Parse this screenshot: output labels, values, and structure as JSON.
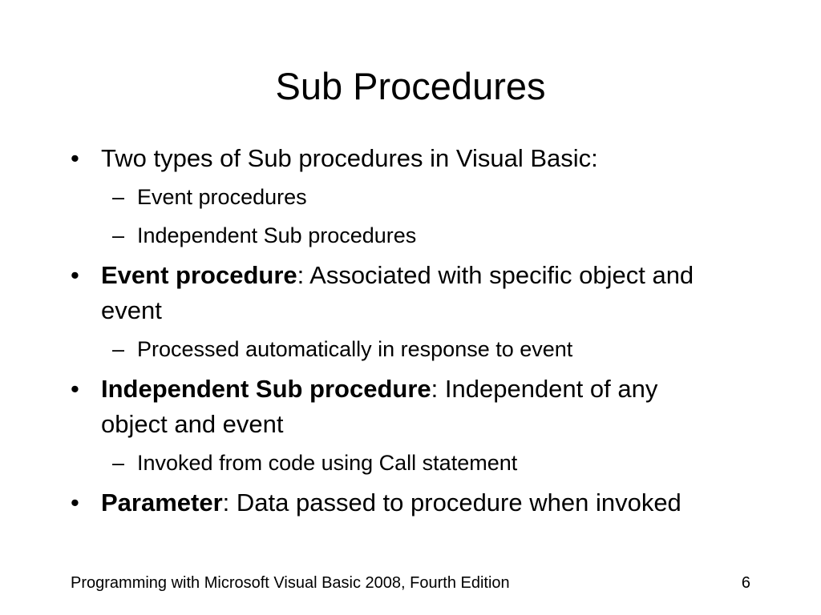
{
  "slide": {
    "title": "Sub Procedures",
    "items": [
      {
        "bullet": "•",
        "term": "",
        "text": "Two types of Sub procedures in Visual Basic:",
        "subitems": [
          {
            "dash": "–",
            "text": "Event procedures"
          },
          {
            "dash": "–",
            "text": "Independent Sub procedures"
          }
        ]
      },
      {
        "bullet": "•",
        "term": "Event procedure",
        "text": ": Associated with specific object and event",
        "subitems": [
          {
            "dash": "–",
            "text": "Processed automatically in response to event"
          }
        ]
      },
      {
        "bullet": "•",
        "term": "Independent Sub procedure",
        "text": ": Independent of any object and event",
        "subitems": [
          {
            "dash": "–",
            "text": "Invoked from code using Call statement"
          }
        ]
      },
      {
        "bullet": "•",
        "term": "Parameter",
        "text": ": Data passed to procedure when invoked",
        "subitems": []
      }
    ]
  },
  "footer": {
    "source": "Programming with Microsoft Visual Basic 2008, Fourth Edition",
    "page_number": "6"
  }
}
